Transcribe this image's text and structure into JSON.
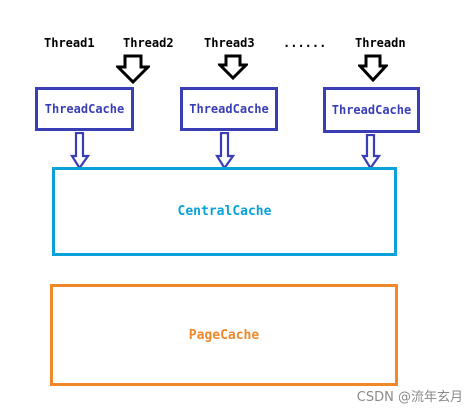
{
  "threads": [
    "Thread1",
    "Thread2",
    "Thread3",
    "......",
    "Threadn"
  ],
  "thread_caches": [
    "ThreadCache",
    "ThreadCache",
    "ThreadCache"
  ],
  "central_cache": "CentralCache",
  "page_cache": "PageCache",
  "watermark": "CSDN @流年玄月",
  "colors": {
    "thread_text": "#000000",
    "thread_cache": "#3a3eb5",
    "central_cache": "#0aa0d8",
    "page_cache": "#f0882a"
  }
}
